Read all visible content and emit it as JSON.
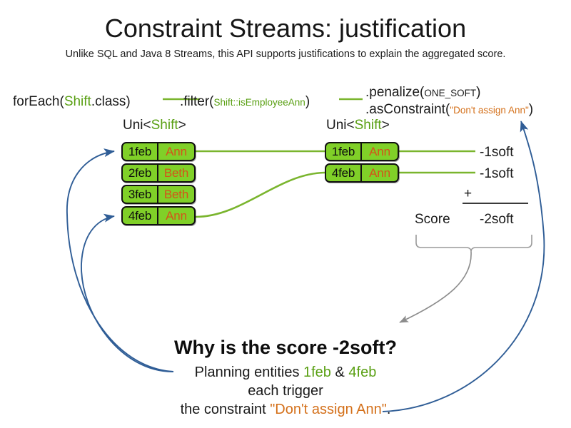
{
  "slide": {
    "title": "Constraint Streams: justification",
    "subtitle": "Unlike SQL and Java 8 Streams, this API supports justifications to explain the aggregated score."
  },
  "colors": {
    "green_accent": "#5aa014",
    "orange_accent": "#d4701a",
    "pill_green": "#80d028",
    "pill_name": "#d4531a",
    "arrow_blue": "#2f5d96",
    "brace_gray": "#9a9a9a",
    "stream_line_green": "#7ab52e"
  },
  "pipeline": {
    "for_each": {
      "prefix": "forEach(",
      "type": "Shift",
      "suffix": ".class)"
    },
    "filter": {
      "prefix": ".filter(",
      "arg": "Shift::isEmployeeAnn",
      "suffix": ")"
    },
    "penalize": {
      "prefix": ".penalize(",
      "arg": "ONE_SOFT",
      "suffix": ")"
    },
    "as_constraint": {
      "prefix": ".asConstraint(",
      "arg": "\"Don't assign Ann\"",
      "suffix": ")"
    }
  },
  "streams": {
    "left": {
      "label_prefix": "Uni<",
      "label_type": "Shift",
      "label_suffix": ">",
      "rows": [
        {
          "date": "1feb",
          "name": "Ann"
        },
        {
          "date": "2feb",
          "name": "Beth"
        },
        {
          "date": "3feb",
          "name": "Beth"
        },
        {
          "date": "4feb",
          "name": "Ann"
        }
      ]
    },
    "right": {
      "label_prefix": "Uni<",
      "label_type": "Shift",
      "label_suffix": ">",
      "rows": [
        {
          "date": "1feb",
          "name": "Ann",
          "impact": "-1soft"
        },
        {
          "date": "4feb",
          "name": "Ann",
          "impact": "-1soft"
        }
      ]
    }
  },
  "score": {
    "plus": "+",
    "label": "Score",
    "total": "-2soft"
  },
  "explanation": {
    "question": "Why is the score -2soft?",
    "line1_prefix": "Planning entities ",
    "line1_entity_a": "1feb",
    "line1_amp": " & ",
    "line1_entity_b": "4feb",
    "line2": "each trigger",
    "line3_prefix": "the constraint ",
    "line3_constraint": "\"Don't assign Ann\"",
    "line3_suffix": "."
  }
}
